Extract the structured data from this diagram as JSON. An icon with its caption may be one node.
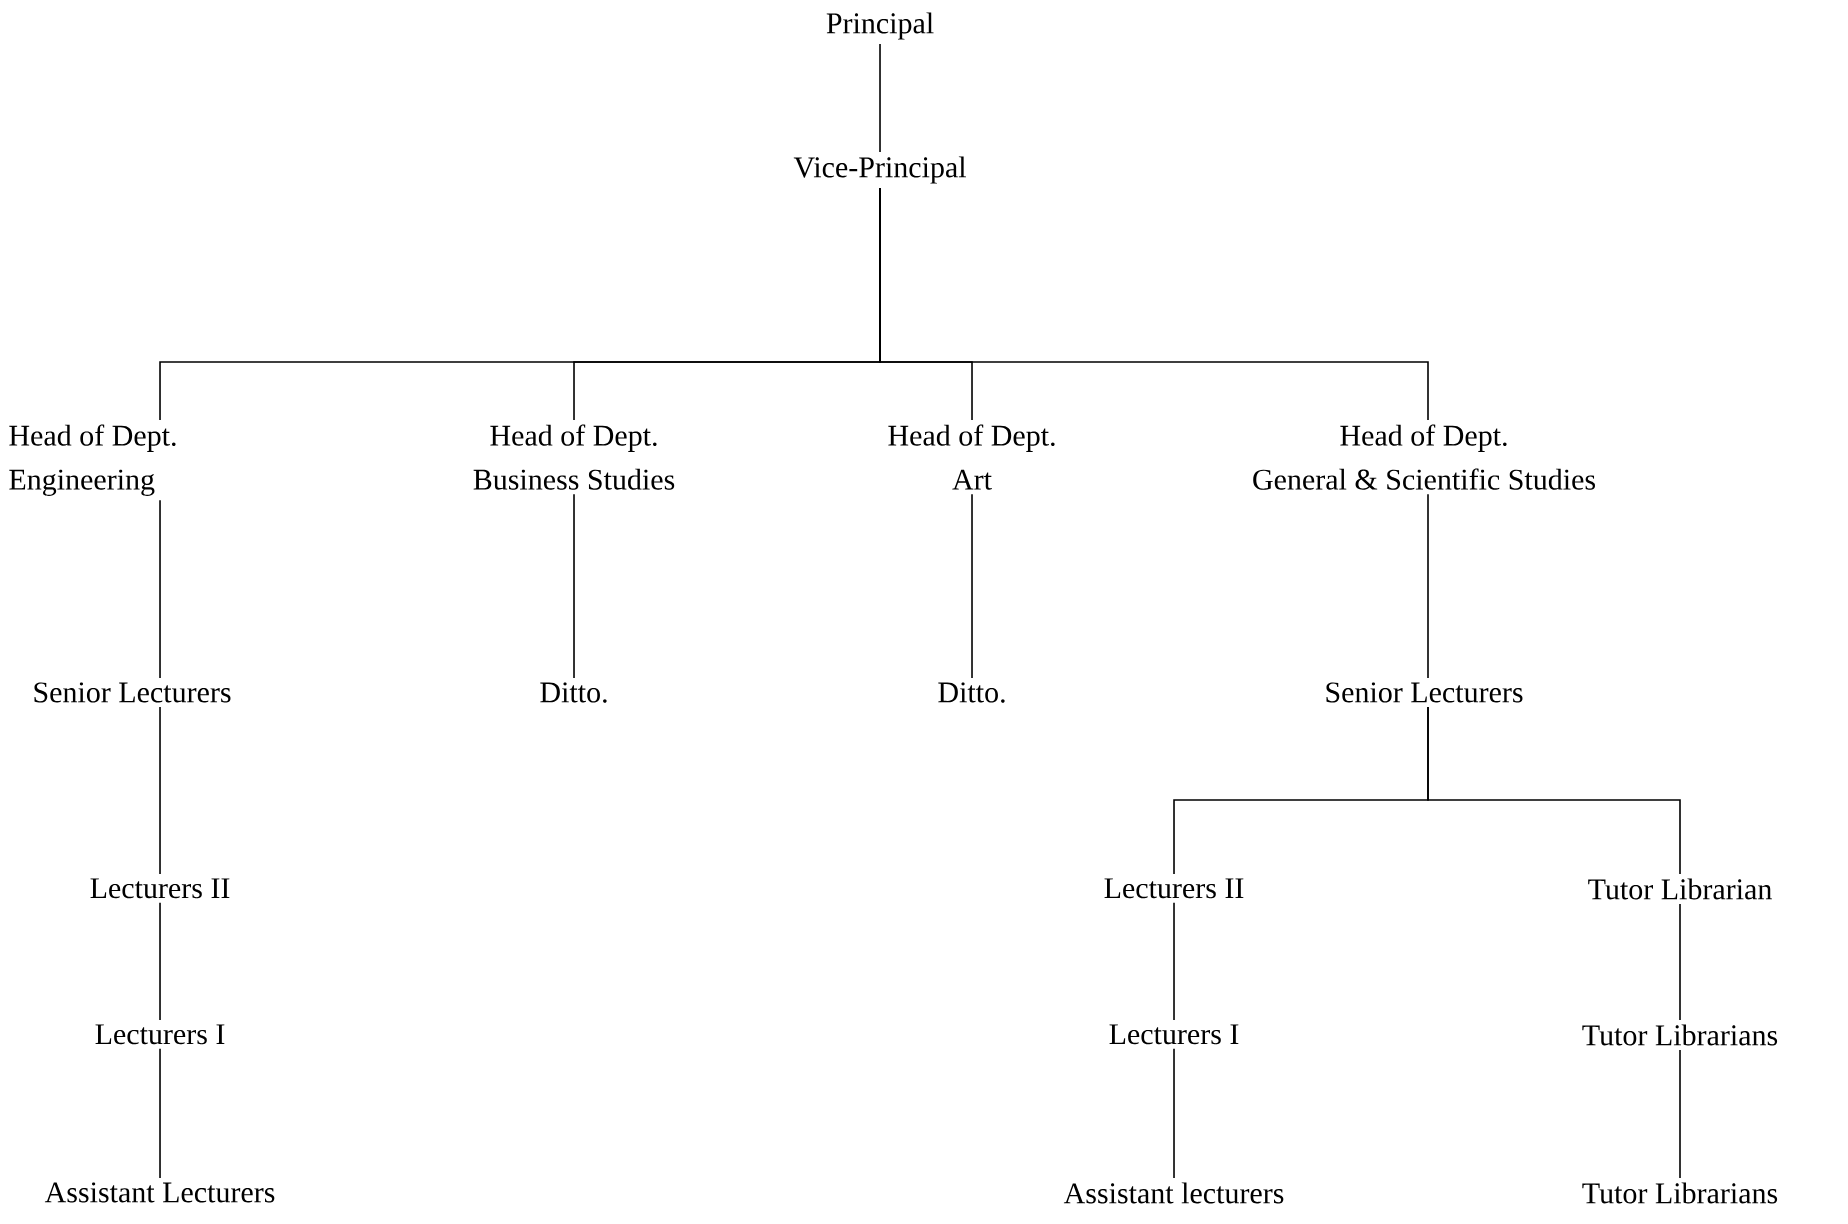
{
  "diagram": {
    "nodes": [
      {
        "text": [
          "Principal"
        ]
      },
      {
        "text": [
          "Vice-Principal"
        ]
      },
      {
        "text": [
          "Head of Dept.",
          "Engineering"
        ]
      },
      {
        "text": [
          "Head of Dept.",
          "Business Studies"
        ]
      },
      {
        "text": [
          "Head of Dept.",
          "Art"
        ]
      },
      {
        "text": [
          "Head of Dept.",
          "General & Scientific Studies"
        ]
      },
      {
        "text": [
          "Senior Lecturers"
        ]
      },
      {
        "text": [
          "Ditto."
        ]
      },
      {
        "text": [
          "Ditto."
        ]
      },
      {
        "text": [
          "Senior Lecturers"
        ]
      },
      {
        "text": [
          "Lecturers II"
        ]
      },
      {
        "text": [
          "Lecturers I"
        ]
      },
      {
        "text": [
          "Assistant Lecturers"
        ]
      },
      {
        "text": [
          "Lecturers II"
        ]
      },
      {
        "text": [
          "Lecturers I"
        ]
      },
      {
        "text": [
          "Assistant lecturers"
        ]
      },
      {
        "text": [
          "Tutor Librarian"
        ]
      },
      {
        "text": [
          "Tutor Librarians"
        ]
      },
      {
        "text": [
          "Tutor Librarians"
        ]
      }
    ],
    "edges": [
      {
        "from": 0,
        "to": 1,
        "arrow": "none"
      },
      {
        "from": 1,
        "to": 2,
        "arrow": "none"
      },
      {
        "from": 1,
        "to": 3,
        "arrow": "none"
      },
      {
        "from": 1,
        "to": 4,
        "arrow": "none"
      },
      {
        "from": 1,
        "to": 5,
        "arrow": "none"
      },
      {
        "from": 2,
        "to": 6,
        "arrow": "none"
      },
      {
        "from": 3,
        "to": 7,
        "arrow": "none"
      },
      {
        "from": 4,
        "to": 8,
        "arrow": "none"
      },
      {
        "from": 5,
        "to": 9,
        "arrow": "none"
      },
      {
        "from": 6,
        "to": 10,
        "arrow": "none"
      },
      {
        "from": 10,
        "to": 11,
        "arrow": "none"
      },
      {
        "from": 11,
        "to": 12,
        "arrow": "none"
      },
      {
        "from": 9,
        "to": 13,
        "arrow": "none"
      },
      {
        "from": 9,
        "to": 16,
        "arrow": "none"
      },
      {
        "from": 13,
        "to": 14,
        "arrow": "none"
      },
      {
        "from": 14,
        "to": 15,
        "arrow": "none"
      },
      {
        "from": 16,
        "to": 17,
        "arrow": "none"
      },
      {
        "from": 17,
        "to": 18,
        "arrow": "none"
      }
    ]
  }
}
